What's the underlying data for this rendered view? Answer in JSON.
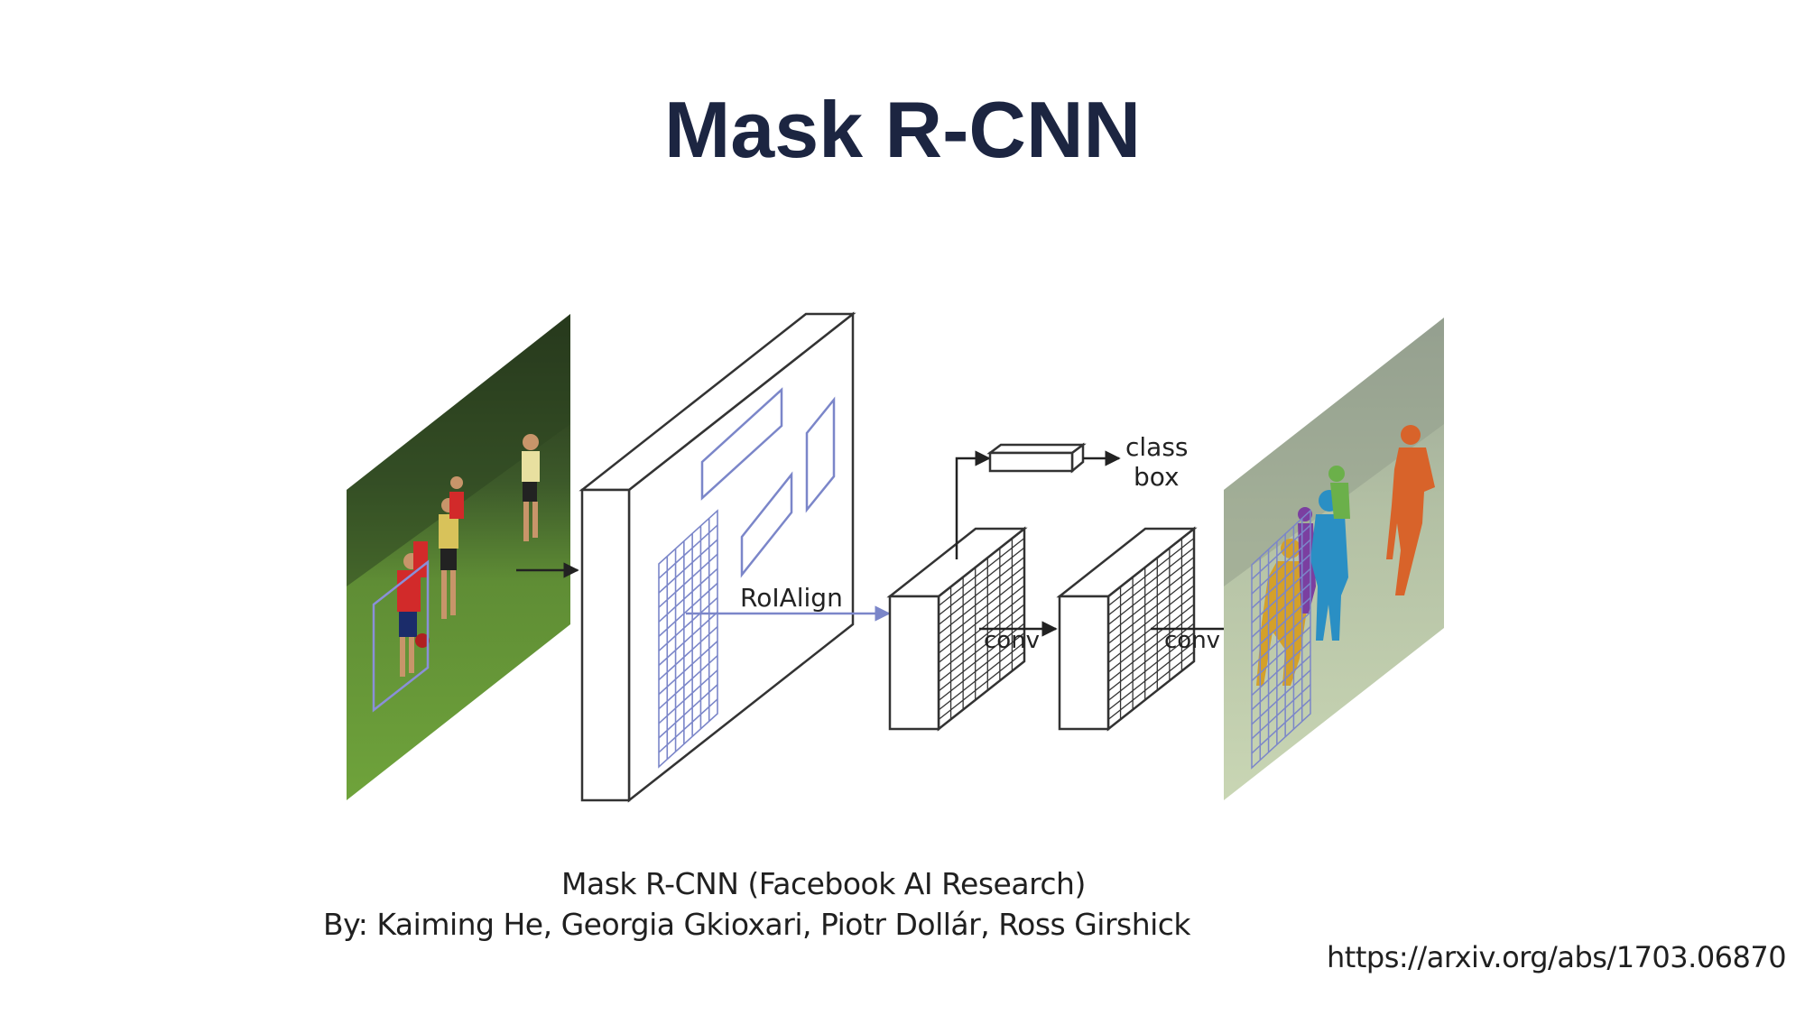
{
  "title": "Mask R-CNN",
  "diagram": {
    "roialign_label": "RoIAlign",
    "conv_label_1": "conv",
    "conv_label_2": "conv",
    "output_label_class": "class",
    "output_label_box": "box"
  },
  "caption": {
    "line1": "Mask R-CNN (Facebook AI Research)",
    "line2": "By: Kaiming He, Georgia Gkioxari, Piotr Dollár, Ross Girshick"
  },
  "url": "https://arxiv.org/abs/1703.06870",
  "colors": {
    "title": "#1c2541",
    "roi_blue": "#7b86c9",
    "mask_yellow": "#d4a02a",
    "mask_purple": "#7b3fa0",
    "mask_blue": "#2a8fc4",
    "mask_green": "#6bb04a",
    "mask_orange": "#d8632a"
  }
}
